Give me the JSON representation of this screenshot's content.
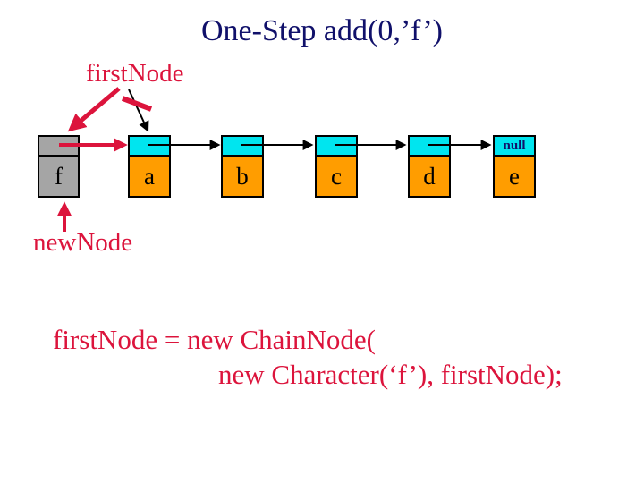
{
  "slide": {
    "title": "One-Step add(0,’f’)",
    "first_node_label": "firstNode",
    "new_node_label": "newNode",
    "code_line1": "firstNode = new ChainNode(",
    "code_line2": "new Character(‘f’), firstNode);",
    "nodes": [
      {
        "id": "new-node",
        "data": "f",
        "pointer": ""
      },
      {
        "id": "node-a",
        "data": "a",
        "pointer": ""
      },
      {
        "id": "node-b",
        "data": "b",
        "pointer": ""
      },
      {
        "id": "node-c",
        "data": "c",
        "pointer": ""
      },
      {
        "id": "node-d",
        "data": "d",
        "pointer": ""
      },
      {
        "id": "node-e",
        "data": "e",
        "pointer": "null"
      }
    ],
    "colors": {
      "accent_red": "#dc143c",
      "title_blue": "#10106a",
      "pointer_cyan": "#00e5ef",
      "data_orange": "#ff9d00",
      "new_node_gray": "#a5a5a5",
      "arrow_black": "#000000"
    }
  }
}
